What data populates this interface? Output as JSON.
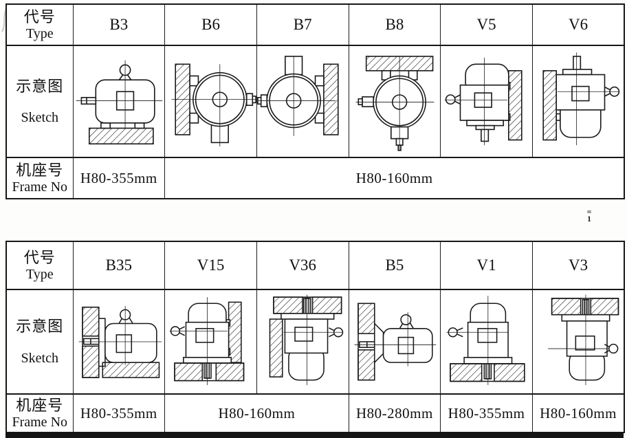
{
  "page": {
    "background": "#ffffff",
    "line_color": "#1a1a1a"
  },
  "table1": {
    "type_label_zh": "代号",
    "type_label_en": "Type",
    "sketch_label_zh": "示意图",
    "sketch_label_en": "Sketch",
    "frame_label_zh": "机座号",
    "frame_label_en": "Frame No",
    "types": [
      "B3",
      "B6",
      "B7",
      "B8",
      "V5",
      "V6"
    ],
    "sketch_icons": [
      "b3-foot-mounted-on-floor-sketch",
      "b6-foot-mounted-on-wall-shaft-right-sketch",
      "b7-foot-mounted-on-wall-shaft-left-sketch",
      "b8-foot-mounted-on-ceiling-sketch",
      "v5-wall-mounted-shaft-down-sketch",
      "v6-wall-mounted-shaft-up-sketch"
    ],
    "frames": [
      {
        "value": "H80-355mm",
        "span": 1
      },
      {
        "value": "H80-160mm",
        "span": 5
      }
    ]
  },
  "table2": {
    "type_label_zh": "代号",
    "type_label_en": "Type",
    "sketch_label_zh": "示意图",
    "sketch_label_en": "Sketch",
    "frame_label_zh": "机座号",
    "frame_label_en": "Frame No",
    "types": [
      "B35",
      "V15",
      "V36",
      "B5",
      "V1",
      "V3"
    ],
    "sketch_icons": [
      "b35-foot-and-flange-mounted-floor-wall-sketch",
      "v15-wall-and-flange-on-floor-shaft-down-sketch",
      "v36-wall-and-flange-on-ceiling-shaft-up-sketch",
      "b5-flange-mounted-on-wall-sketch",
      "v1-flange-mounted-on-floor-shaft-down-sketch",
      "v3-flange-mounted-on-ceiling-shaft-up-sketch"
    ],
    "frames": [
      {
        "value": "H80-355mm",
        "span": 1
      },
      {
        "value": "H80-160mm",
        "span": 2
      },
      {
        "value": "H80-280mm",
        "span": 1
      },
      {
        "value": "H80-355mm",
        "span": 1
      },
      {
        "value": "H80-160mm",
        "span": 1
      }
    ]
  },
  "stray_mark": {
    "line1": "=",
    "line2": "1"
  }
}
